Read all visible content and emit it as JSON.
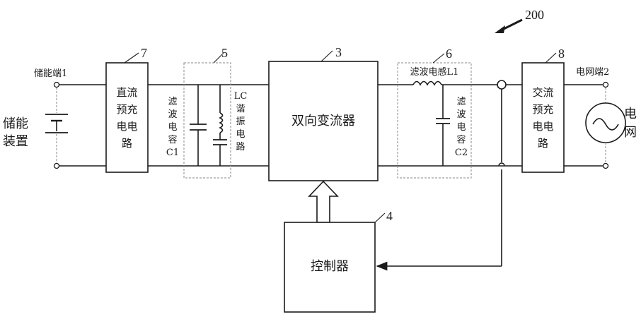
{
  "figure_number": "200",
  "storage": {
    "terminal": "储能端1",
    "device": [
      "储能",
      "装置"
    ]
  },
  "grid": {
    "terminal": "电网端2",
    "label": [
      "电",
      "网"
    ]
  },
  "blocks": {
    "dc_precharge": {
      "ref": "7",
      "label": [
        "直流",
        "预充",
        "电电",
        "路"
      ]
    },
    "filter_c1_group": {
      "ref": "5",
      "cap_label": [
        "滤",
        "波",
        "电",
        "容",
        "C1"
      ],
      "lc_label": [
        "LC",
        "谐",
        "振",
        "电",
        "路"
      ]
    },
    "converter": {
      "ref": "3",
      "label": "双向变流器"
    },
    "filter_l1_group": {
      "ref": "6",
      "inductor_label": "滤波电感L1",
      "cap_label": [
        "滤",
        "波",
        "电",
        "容",
        "C2"
      ]
    },
    "ac_precharge": {
      "ref": "8",
      "label": [
        "交流",
        "预充",
        "电电",
        "路"
      ]
    },
    "controller": {
      "ref": "4",
      "label": "控制器"
    }
  }
}
